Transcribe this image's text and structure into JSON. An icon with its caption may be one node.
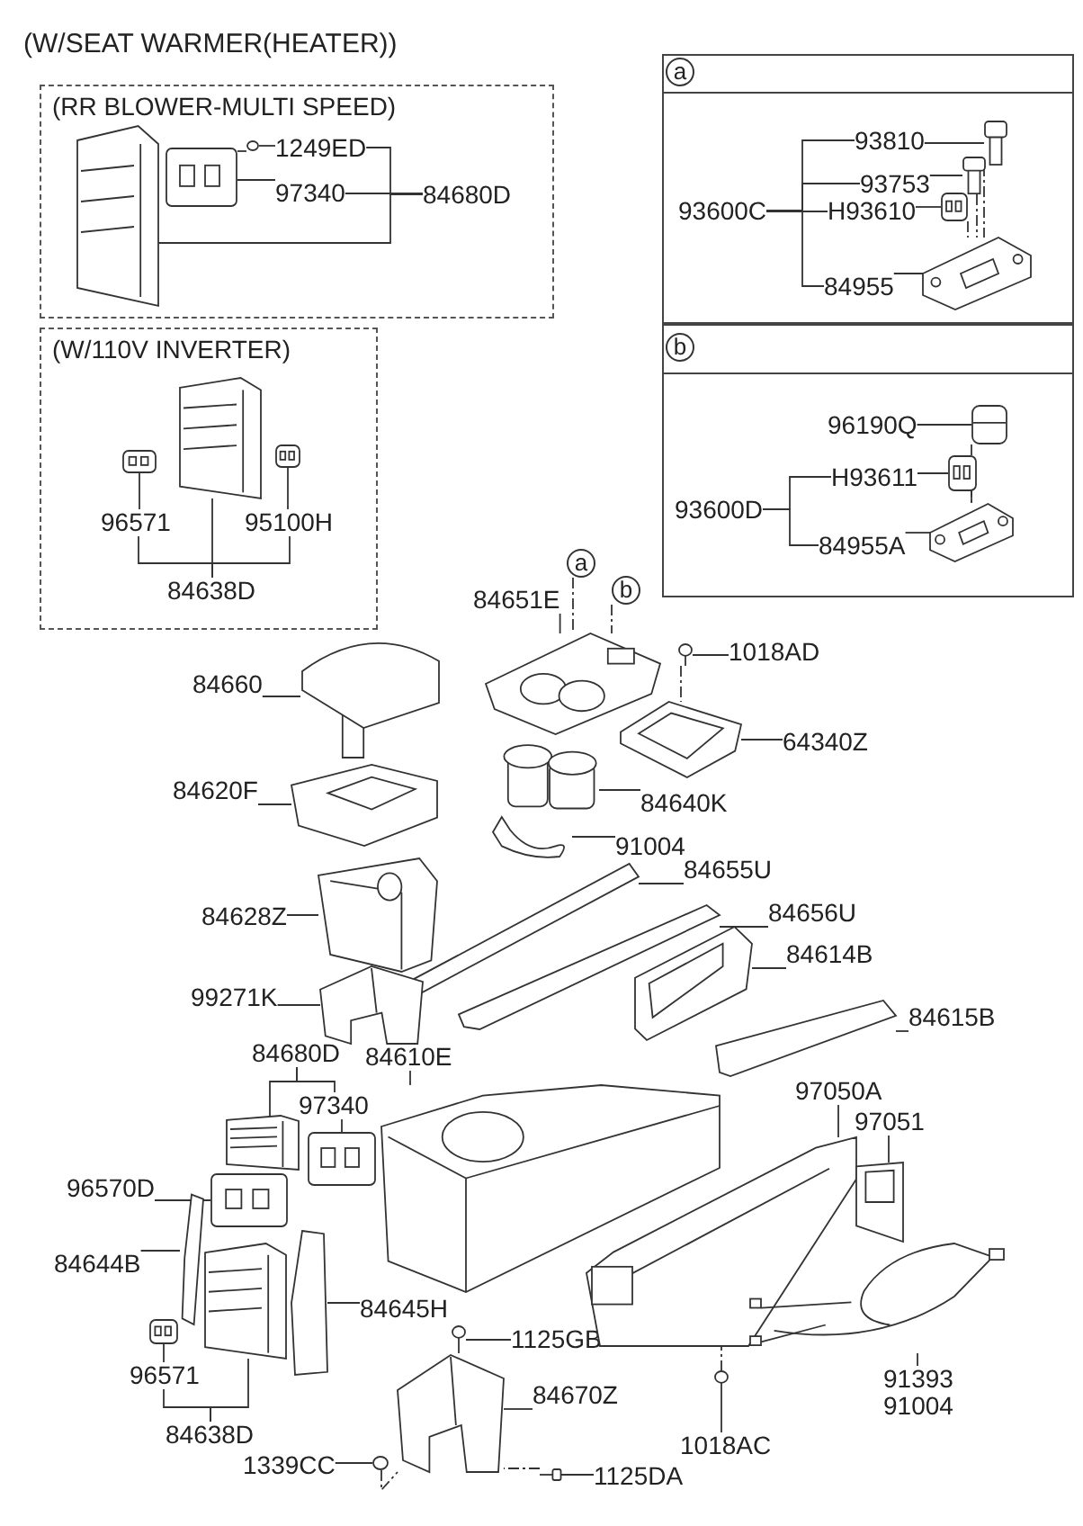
{
  "diagram": {
    "title": "(W/SEAT WARMER(HEATER))",
    "nodes": [
      {
        "text": [
          "(RR BLOWER-MULTI SPEED)"
        ]
      },
      {
        "text": [
          "1249ED"
        ],
        "in": 0
      },
      {
        "text": [
          "97340"
        ],
        "in": 0
      },
      {
        "text": [
          "84680D"
        ],
        "in": 0
      },
      {
        "text": [],
        "shape": "picture",
        "in": 0
      },
      {
        "text": [],
        "shape": "picture",
        "in": 0
      },
      {
        "text": [],
        "shape": "circle",
        "in": 0
      },
      {
        "text": [
          "(W/110V INVERTER)"
        ]
      },
      {
        "text": [
          "96571"
        ],
        "in": 7
      },
      {
        "text": [
          "95100H"
        ],
        "in": 7
      },
      {
        "text": [
          "84638D"
        ],
        "in": 7
      },
      {
        "text": [],
        "shape": "picture",
        "in": 7
      },
      {
        "text": [],
        "shape": "picture",
        "in": 7
      },
      {
        "text": [],
        "shape": "picture",
        "in": 7
      },
      {
        "text": [],
        "shape": "box"
      },
      {
        "text": [
          "93810"
        ],
        "in": 14
      },
      {
        "text": [
          "93753"
        ],
        "in": 14
      },
      {
        "text": [
          "H93610"
        ],
        "in": 14
      },
      {
        "text": [
          "93600C"
        ],
        "in": 14
      },
      {
        "text": [
          "84955"
        ],
        "in": 14
      },
      {
        "text": [],
        "shape": "picture",
        "in": 14
      },
      {
        "text": [],
        "shape": "picture",
        "in": 14
      },
      {
        "text": [],
        "shape": "picture",
        "in": 14
      },
      {
        "text": [],
        "shape": "picture",
        "in": 14
      },
      {
        "text": [],
        "shape": "box"
      },
      {
        "text": [
          "96190Q"
        ],
        "in": 24
      },
      {
        "text": [
          "H93611"
        ],
        "in": 24
      },
      {
        "text": [
          "93600D"
        ],
        "in": 24
      },
      {
        "text": [
          "84955A"
        ],
        "in": 24
      },
      {
        "text": [],
        "shape": "picture",
        "in": 24
      },
      {
        "text": [],
        "shape": "picture",
        "in": 24
      },
      {
        "text": [],
        "shape": "picture",
        "in": 24
      },
      {
        "text": [
          "84651E"
        ]
      },
      {
        "text": [
          "a"
        ]
      },
      {
        "text": [
          "b"
        ]
      },
      {
        "text": [],
        "shape": "picture"
      },
      {
        "text": [
          "84660"
        ]
      },
      {
        "text": [],
        "shape": "picture"
      },
      {
        "text": [],
        "shape": "picture"
      },
      {
        "text": [
          "1018AD"
        ]
      },
      {
        "text": [],
        "shape": "picture"
      },
      {
        "text": [
          "64340Z"
        ]
      },
      {
        "text": [
          "84620F"
        ]
      },
      {
        "text": [],
        "shape": "picture"
      },
      {
        "text": [],
        "shape": "picture"
      },
      {
        "text": [
          "84640K"
        ]
      },
      {
        "text": [],
        "shape": "picture"
      },
      {
        "text": [
          "91004"
        ]
      },
      {
        "text": [
          "84628Z"
        ]
      },
      {
        "text": [],
        "shape": "picture"
      },
      {
        "text": [],
        "shape": "picture"
      },
      {
        "text": [
          "84655U"
        ]
      },
      {
        "text": [],
        "shape": "picture"
      },
      {
        "text": [
          "84656U"
        ]
      },
      {
        "text": [
          "84614B"
        ]
      },
      {
        "text": [],
        "shape": "picture"
      },
      {
        "text": [
          "99271K"
        ]
      },
      {
        "text": [],
        "shape": "picture"
      },
      {
        "text": [
          "84615B"
        ]
      },
      {
        "text": [],
        "shape": "picture"
      },
      {
        "text": [],
        "shape": "picture"
      },
      {
        "text": [
          "84610E"
        ]
      },
      {
        "text": [
          "84680D"
        ]
      },
      {
        "text": [
          "97340"
        ]
      },
      {
        "text": [],
        "shape": "picture"
      },
      {
        "text": [],
        "shape": "picture"
      },
      {
        "text": [
          "96570D"
        ]
      },
      {
        "text": [],
        "shape": "picture"
      },
      {
        "text": [
          "84644B"
        ]
      },
      {
        "text": [],
        "shape": "picture"
      },
      {
        "text": [],
        "shape": "picture"
      },
      {
        "text": [],
        "shape": "picture"
      },
      {
        "text": [
          "84645H"
        ]
      },
      {
        "text": [],
        "shape": "picture"
      },
      {
        "text": [
          "96571"
        ]
      },
      {
        "text": [
          "84638D"
        ]
      },
      {
        "text": [],
        "shape": "picture"
      },
      {
        "text": [
          "1125GB"
        ]
      },
      {
        "text": [],
        "shape": "picture"
      },
      {
        "text": [
          "84670Z"
        ]
      },
      {
        "text": [],
        "shape": "circle"
      },
      {
        "text": [
          "1339CC"
        ]
      },
      {
        "text": [],
        "shape": "picture"
      },
      {
        "text": [
          "1125DA"
        ]
      },
      {
        "text": [],
        "shape": "picture"
      },
      {
        "text": [
          "97050A"
        ]
      },
      {
        "text": [],
        "shape": "picture"
      },
      {
        "text": [
          "97051"
        ]
      },
      {
        "text": [],
        "shape": "picture"
      },
      {
        "text": [
          "1018AC"
        ]
      },
      {
        "text": [],
        "shape": "picture"
      },
      {
        "text": [
          "91393",
          "91004"
        ]
      },
      {
        "text": [
          "a"
        ],
        "in": 14
      },
      {
        "text": [
          "b"
        ],
        "in": 24
      }
    ],
    "edges": [
      {
        "from": 1,
        "to": 6,
        "arrow": "none"
      },
      {
        "from": 6,
        "to": 5,
        "arrow": "none",
        "style": "dashed"
      },
      {
        "from": 2,
        "to": 5,
        "arrow": "none"
      },
      {
        "from": 3,
        "to": 1,
        "arrow": "none"
      },
      {
        "from": 3,
        "to": 2,
        "arrow": "none"
      },
      {
        "from": 3,
        "to": 4,
        "arrow": "none"
      },
      {
        "from": 8,
        "to": 11,
        "arrow": "none"
      },
      {
        "from": 9,
        "to": 13,
        "arrow": "none"
      },
      {
        "from": 10,
        "to": 8,
        "arrow": "none"
      },
      {
        "from": 10,
        "to": 12,
        "arrow": "none"
      },
      {
        "from": 10,
        "to": 9,
        "arrow": "none"
      },
      {
        "from": 15,
        "to": 20,
        "arrow": "none"
      },
      {
        "from": 16,
        "to": 21,
        "arrow": "none"
      },
      {
        "from": 17,
        "to": 22,
        "arrow": "none"
      },
      {
        "from": 19,
        "to": 23,
        "arrow": "none"
      },
      {
        "from": 18,
        "to": 15,
        "arrow": "none"
      },
      {
        "from": 18,
        "to": 16,
        "arrow": "none"
      },
      {
        "from": 18,
        "to": 17,
        "arrow": "none"
      },
      {
        "from": 18,
        "to": 19,
        "arrow": "none"
      },
      {
        "from": 20,
        "to": 23,
        "arrow": "none",
        "style": "dashed"
      },
      {
        "from": 21,
        "to": 23,
        "arrow": "none",
        "style": "dashed"
      },
      {
        "from": 22,
        "to": 23,
        "arrow": "none",
        "style": "dashed"
      },
      {
        "from": 25,
        "to": 29,
        "arrow": "none"
      },
      {
        "from": 26,
        "to": 30,
        "arrow": "none"
      },
      {
        "from": 28,
        "to": 31,
        "arrow": "none"
      },
      {
        "from": 27,
        "to": 26,
        "arrow": "none"
      },
      {
        "from": 27,
        "to": 28,
        "arrow": "none"
      },
      {
        "from": 29,
        "to": 31,
        "arrow": "none",
        "style": "dashed"
      },
      {
        "from": 30,
        "to": 31,
        "arrow": "none",
        "style": "dashed"
      },
      {
        "from": 32,
        "to": 35,
        "arrow": "none"
      },
      {
        "from": 33,
        "to": 35,
        "arrow": "none",
        "style": "dashed"
      },
      {
        "from": 34,
        "to": 35,
        "arrow": "none",
        "style": "dashed"
      },
      {
        "from": 36,
        "to": 37,
        "arrow": "none"
      },
      {
        "from": 39,
        "to": 38,
        "arrow": "none"
      },
      {
        "from": 38,
        "to": 40,
        "arrow": "none",
        "style": "dashed"
      },
      {
        "from": 41,
        "to": 40,
        "arrow": "none"
      },
      {
        "from": 42,
        "to": 43,
        "arrow": "none"
      },
      {
        "from": 45,
        "to": 44,
        "arrow": "none"
      },
      {
        "from": 47,
        "to": 46,
        "arrow": "none"
      },
      {
        "from": 48,
        "to": 49,
        "arrow": "none"
      },
      {
        "from": 51,
        "to": 50,
        "arrow": "none"
      },
      {
        "from": 53,
        "to": 52,
        "arrow": "none"
      },
      {
        "from": 54,
        "to": 55,
        "arrow": "none"
      },
      {
        "from": 56,
        "to": 57,
        "arrow": "none"
      },
      {
        "from": 58,
        "to": 59,
        "arrow": "none"
      },
      {
        "from": 61,
        "to": 60,
        "arrow": "none"
      },
      {
        "from": 63,
        "to": 64,
        "arrow": "none"
      },
      {
        "from": 62,
        "to": 65,
        "arrow": "none"
      },
      {
        "from": 62,
        "to": 63,
        "arrow": "none"
      },
      {
        "from": 66,
        "to": 67,
        "arrow": "none"
      },
      {
        "from": 68,
        "to": 69,
        "arrow": "none"
      },
      {
        "from": 72,
        "to": 71,
        "arrow": "none"
      },
      {
        "from": 74,
        "to": 73,
        "arrow": "none"
      },
      {
        "from": 75,
        "to": 74,
        "arrow": "none"
      },
      {
        "from": 75,
        "to": 70,
        "arrow": "none"
      },
      {
        "from": 77,
        "to": 76,
        "arrow": "none"
      },
      {
        "from": 79,
        "to": 78,
        "arrow": "none"
      },
      {
        "from": 81,
        "to": 80,
        "arrow": "none"
      },
      {
        "from": 80,
        "to": 78,
        "arrow": "none",
        "style": "dashed"
      },
      {
        "from": 83,
        "to": 82,
        "arrow": "none"
      },
      {
        "from": 82,
        "to": 78,
        "arrow": "none",
        "style": "dashed"
      },
      {
        "from": 85,
        "to": 84,
        "arrow": "none"
      },
      {
        "from": 87,
        "to": 86,
        "arrow": "none"
      },
      {
        "from": 89,
        "to": 88,
        "arrow": "none"
      },
      {
        "from": 88,
        "to": 84,
        "arrow": "none",
        "style": "dashed"
      },
      {
        "from": 91,
        "to": 90,
        "arrow": "none"
      }
    ]
  }
}
